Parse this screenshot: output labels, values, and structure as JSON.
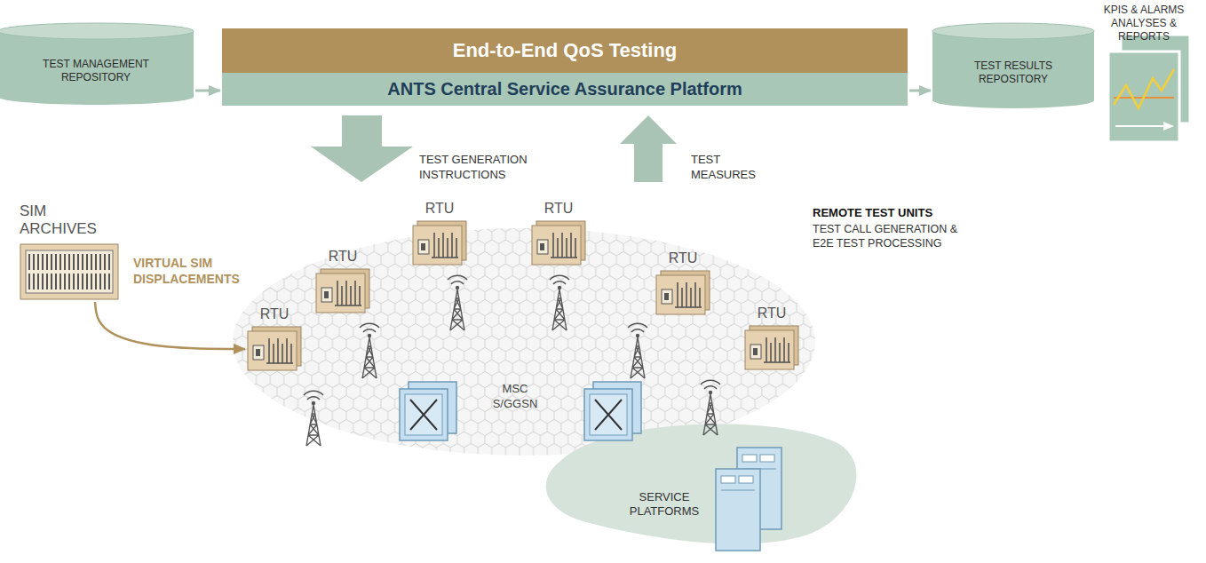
{
  "diagram": {
    "nodes": [
      {
        "text": [
          "TEST MANAGEMENT REPOSITORY"
        ]
      },
      {
        "text": [
          "End-to-End QoS Testing",
          "ANTS Central Service Assurance Platform"
        ]
      },
      {
        "text": [
          "TEST RESULTS REPOSITORY"
        ]
      },
      {
        "text": [
          "KPIS & ALARMS ANALYSES & REPORTS"
        ]
      },
      {
        "text": [
          "SIM ARCHIVES"
        ]
      },
      {
        "text": [
          "RTU"
        ]
      },
      {
        "text": [
          "RTU"
        ]
      },
      {
        "text": [
          "RTU"
        ]
      },
      {
        "text": [
          "RTU"
        ]
      },
      {
        "text": [
          "RTU"
        ]
      },
      {
        "text": [
          "RTU"
        ]
      },
      {
        "text": [
          "SERVICE PLATFORMS"
        ]
      }
    ],
    "edges": [
      {
        "from": 0,
        "to": 1,
        "arrow": "to"
      },
      {
        "from": 1,
        "to": 2,
        "arrow": "to"
      },
      {
        "from": 4,
        "to": 5,
        "arrow": "to",
        "label": "VIRTUAL SIM DISPLACEMENTS"
      }
    ],
    "labels": [
      "TEST GENERATION INSTRUCTIONS",
      "TEST MEASURES",
      "REMOTE TEST UNITS",
      "TEST CALL GENERATION & E2E TEST PROCESSING",
      "MSC S/GGSN"
    ]
  }
}
